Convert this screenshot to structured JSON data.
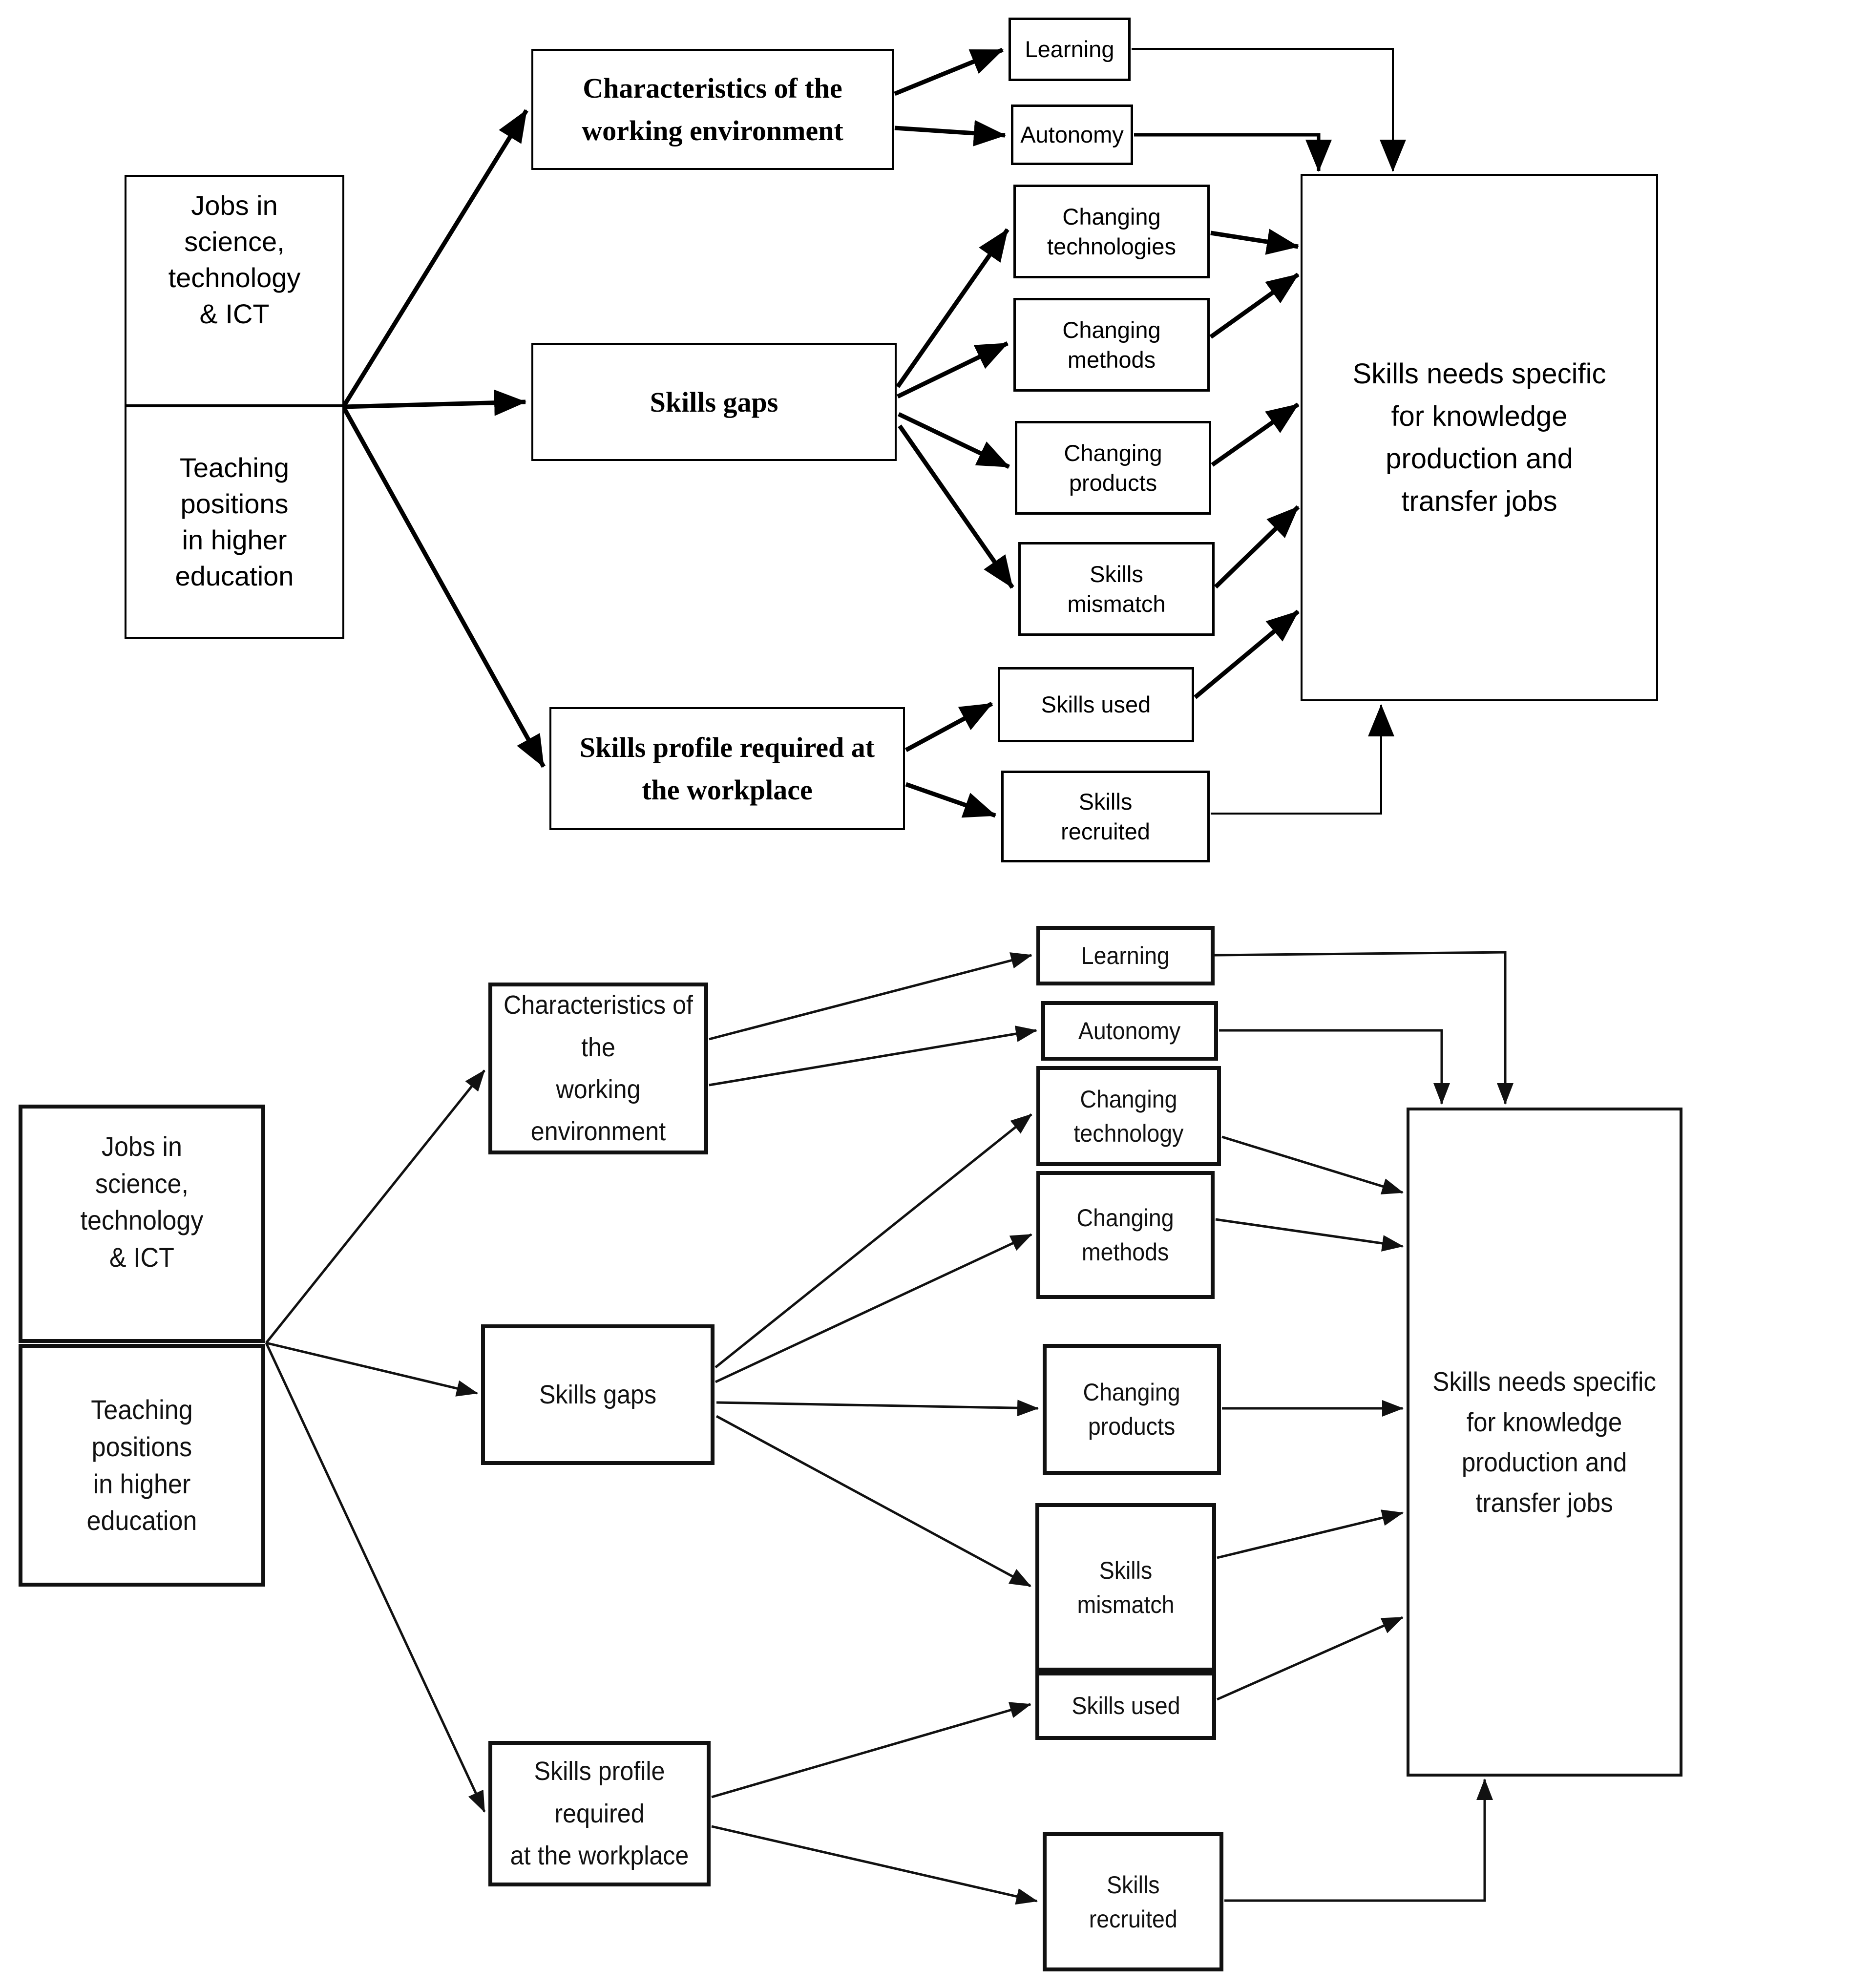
{
  "figure": {
    "title": "Conceptual model: skills needs for knowledge production and transfer jobs",
    "colors": {
      "background": "#ffffff",
      "line_top": "#000000",
      "line_bottom": "#111111",
      "box_fill": "#ffffff"
    }
  },
  "top_diagram": {
    "left_boxes": [
      {
        "label": "Jobs in\nscience,\ntechnology\n& ICT"
      },
      {
        "label": "Teaching\npositions\nin higher\neducation"
      }
    ],
    "middle_boxes": [
      {
        "label": "Characteristics of the\nworking environment"
      },
      {
        "label": "Skills gaps"
      },
      {
        "label": "Skills profile required at\nthe workplace"
      }
    ],
    "factor_boxes": [
      "Learning",
      "Autonomy",
      "Changing\ntechnologies",
      "Changing\nmethods",
      "Changing\nproducts",
      "Skills\nmismatch",
      "Skills used",
      "Skills\nrecruited"
    ],
    "outcome_box": {
      "label": "Skills needs specific\nfor knowledge\nproduction and\ntransfer jobs"
    }
  },
  "bottom_diagram": {
    "left_boxes": [
      {
        "label": "Jobs in\nscience,\ntechnology\n& ICT"
      },
      {
        "label": "Teaching\npositions\nin higher\neducation"
      }
    ],
    "middle_boxes": [
      {
        "label": "Characteristics of the\nworking\nenvironment"
      },
      {
        "label": "Skills gaps"
      },
      {
        "label": "Skills profile required\nat the workplace"
      }
    ],
    "factor_boxes": [
      "Learning",
      "Autonomy",
      "Changing\ntechnology",
      "Changing\nmethods",
      "Changing\nproducts",
      "Skills\nmismatch",
      "Skills used",
      "Skills\nrecruited"
    ],
    "outcome_box": {
      "label": "Skills needs specific\nfor knowledge\nproduction and\ntransfer jobs"
    }
  }
}
